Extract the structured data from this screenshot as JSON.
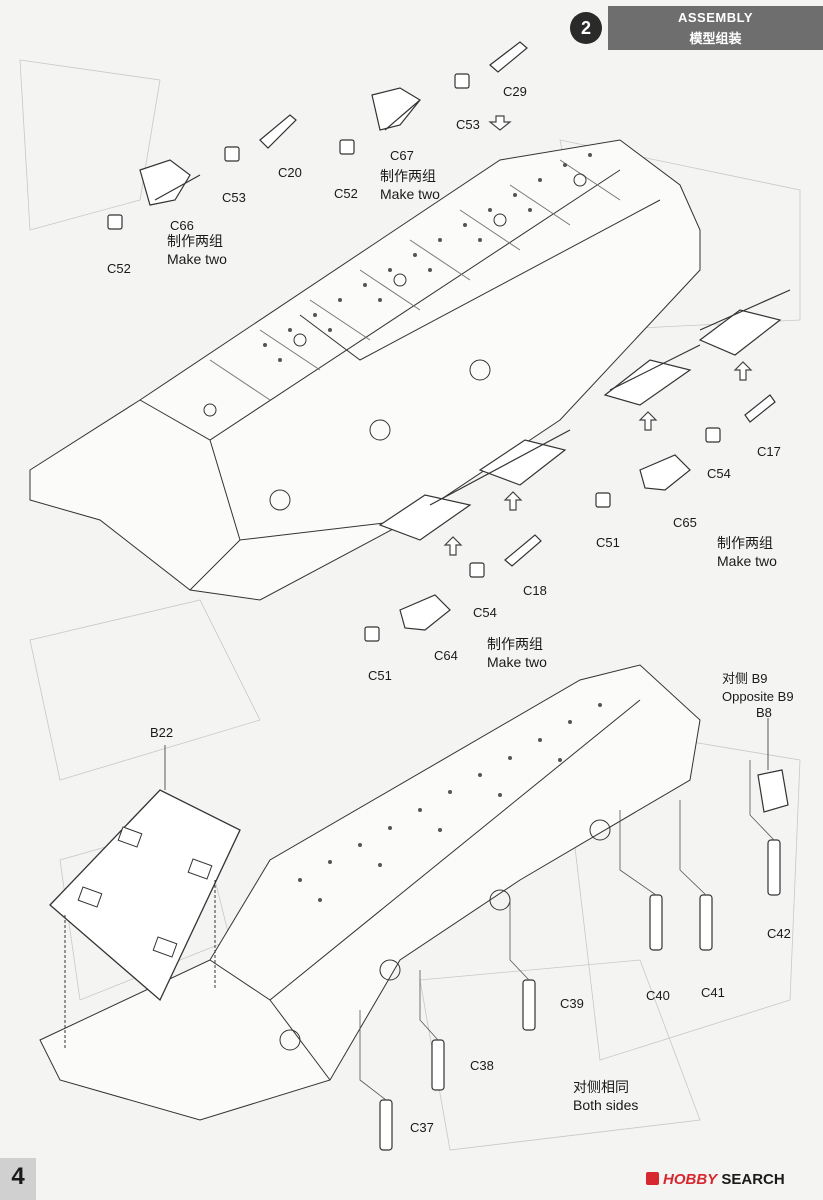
{
  "header": {
    "step": "2",
    "title_en": "ASSEMBLY",
    "title_cn": "模型组装"
  },
  "page_number": "4",
  "brand": {
    "prefix": "H",
    "name": "OBBY",
    "suffix": "SEARCH"
  },
  "labels": {
    "c29": "C29",
    "c53a": "C53",
    "c67": "C67",
    "c20": "C20",
    "c52a": "C52",
    "c53b": "C53",
    "c66": "C66",
    "c52b": "C52",
    "c17": "C17",
    "c54a": "C54",
    "c65": "C65",
    "c51a": "C51",
    "c18": "C18",
    "c54b": "C54",
    "c64": "C64",
    "c51b": "C51",
    "b22": "B22",
    "b8": "B8",
    "c42": "C42",
    "c40": "C40",
    "c41": "C41",
    "c39": "C39",
    "c38": "C38",
    "c37": "C37"
  },
  "notes": {
    "make_two_1_cn": "制作两组",
    "make_two_1_en": "Make two",
    "make_two_2_cn": "制作两组",
    "make_two_2_en": "Make two",
    "make_two_3_cn": "制作两组",
    "make_two_3_en": "Make two",
    "make_two_4_cn": "制作两组",
    "make_two_4_en": "Make two",
    "opposite_cn": "对侧 B9",
    "opposite_en": "Opposite B9",
    "both_sides_cn": "对侧相同",
    "both_sides_en": "Both sides"
  }
}
